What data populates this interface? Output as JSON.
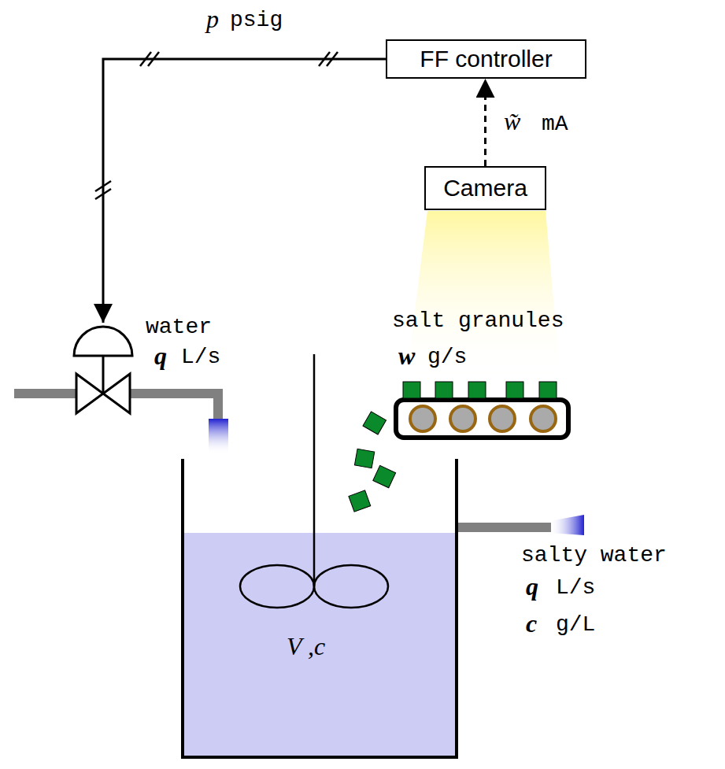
{
  "diagram": {
    "nodes": [
      {
        "text": [
          "FF controller"
        ]
      },
      {
        "text": [
          "Camera"
        ]
      }
    ],
    "edges": [
      {
        "from": 1,
        "to": 0,
        "arrow": "to"
      }
    ],
    "labels": [
      "p",
      "psig",
      "w̃",
      "mA",
      "water",
      "q",
      "L/s",
      "salt granules",
      "w",
      "g/s",
      "salty water",
      "q",
      "L/s",
      "c",
      "g/L",
      "V ,c"
    ]
  }
}
